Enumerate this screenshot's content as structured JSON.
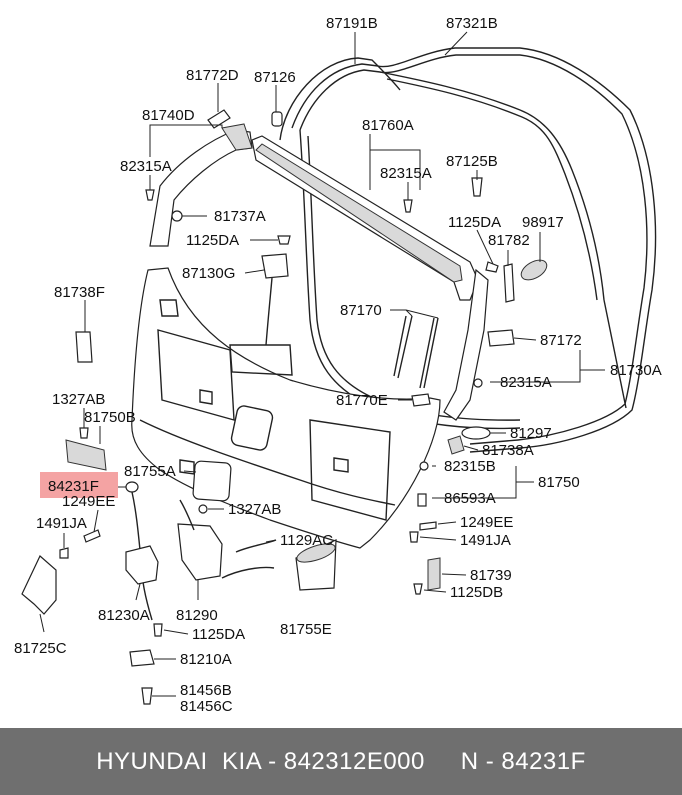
{
  "diagram": {
    "highlight_color": "#f4a3a3",
    "callouts": {
      "c87191B": "87191B",
      "c87321B": "87321B",
      "c81772D": "81772D",
      "c87126": "87126",
      "c81740D": "81740D",
      "c81760A": "81760A",
      "c82315A_1": "82315A",
      "c82315A_2": "82315A",
      "c87125B": "87125B",
      "c81737A": "81737A",
      "c1125DA_1": "1125DA",
      "c98917": "98917",
      "c1125DA_2": "1125DA",
      "c81782": "81782",
      "c87130G": "87130G",
      "c81738F": "81738F",
      "c87170": "87170",
      "c87172": "87172",
      "c81730A": "81730A",
      "c82315A_3": "82315A",
      "c1327AB_1": "1327AB",
      "c81770E": "81770E",
      "c81750B": "81750B",
      "c81297": "81297",
      "c81738A": "81738A",
      "c81755A": "81755A",
      "c82315B": "82315B",
      "c84231F": "84231F",
      "c81750": "81750",
      "c1249EE_1": "1249EE",
      "c86593A": "86593A",
      "c1327AB_2": "1327AB",
      "c1491JA_1": "1491JA",
      "c1249EE_2": "1249EE",
      "c1129AC": "1129AC",
      "c1491JA_2": "1491JA",
      "c81739": "81739",
      "c1125DB": "1125DB",
      "c81230A": "81230A",
      "c81290": "81290",
      "c81755E": "81755E",
      "c1125DA_3": "1125DA",
      "c81725C": "81725C",
      "c81210A": "81210A",
      "c81456B": "81456B",
      "c81456C": "81456C"
    }
  },
  "footer": {
    "background": "#6f6f6f",
    "text": "HYUNDAI  KIA - 842312E000     N - 84231F"
  }
}
